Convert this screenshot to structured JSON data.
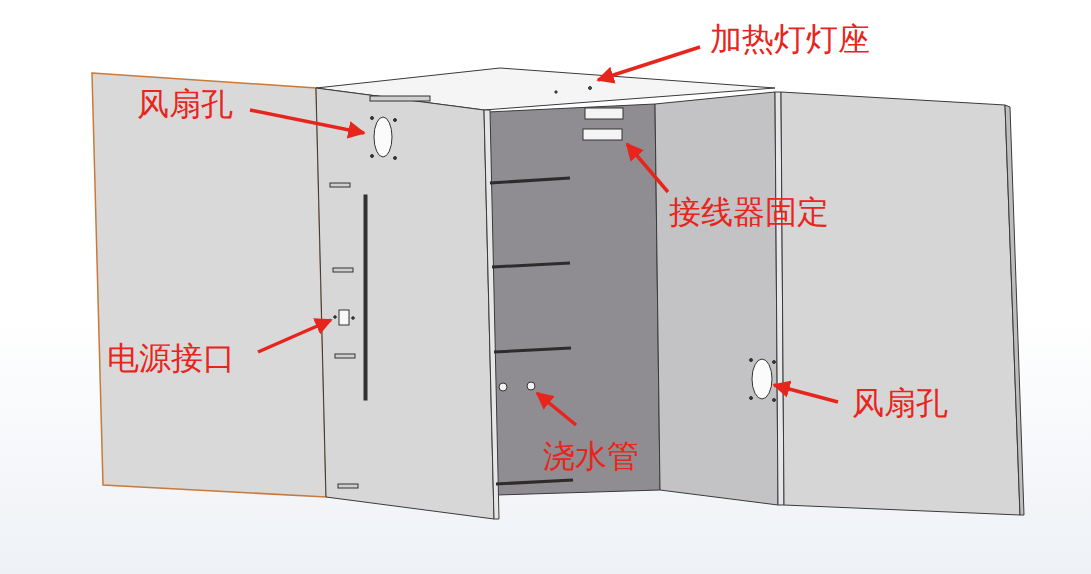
{
  "diagram": {
    "labels": [
      "加热灯灯座",
      "风扇孔",
      "接线器固定",
      "电源接口",
      "风扇孔",
      "浇水管"
    ]
  }
}
